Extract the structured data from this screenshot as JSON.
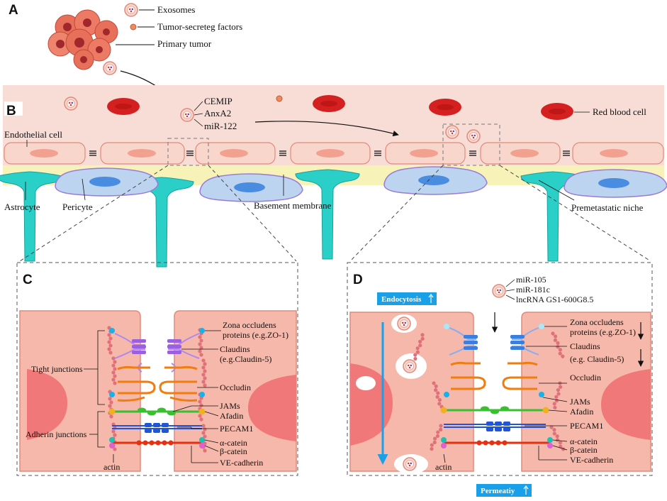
{
  "panels": {
    "a": "A",
    "b": "B",
    "c": "C",
    "d": "D"
  },
  "panel_a": {
    "legend_exosomes": "Exosomes",
    "legend_factors": "Tumor-secreteg factors",
    "legend_tumor": "Primary tumor"
  },
  "panel_b": {
    "exosome_cargo": [
      "CEMIP",
      "AnxA2",
      "miR-122"
    ],
    "endothelial_cell": "Endothelial cell",
    "red_blood_cell": "Red blood cell",
    "astrocyte": "Astrocyte",
    "pericyte": "Pericyte",
    "basement_membrane": "Basement membrane",
    "premetastatic_niche": "Premetastatic niche"
  },
  "panel_c": {
    "tight_junctions": "Tight junctions",
    "adherin_junctions": "Adherin junctions",
    "actin": "actin",
    "labels": [
      "Zona occludens",
      "proteins (e.g.ZO-1)",
      "Claudins",
      "(e.g.Claudin-5)",
      "Occludin",
      "JAMs",
      "Afadin",
      "PECAM1",
      "α-catein",
      "β-catein",
      "VE-cadherin"
    ]
  },
  "panel_d": {
    "endocytosis": "Endocytosis",
    "permeability": "Permeatiy",
    "actin": "actin",
    "exosome_cargo": [
      "miR-105",
      "miR-181c",
      "lncRNA GS1-600G8.5"
    ],
    "labels": [
      "Zona occludens",
      "proteins (e.g.ZO-1)",
      "Claudins",
      "(e.g. Claudin-5)",
      "Occludin",
      "JAMs",
      "Afadin",
      "PECAM1",
      "α-catein",
      "β-catein",
      "VE-cadherin"
    ]
  },
  "colors": {
    "vessel": "#f8ddd6",
    "rbc": "#d42020",
    "astrocyte": "#2ad0c8",
    "pericyte": "#bcd4f0",
    "basement": "#f7f2b8",
    "cell_body": "#f6b8aa",
    "nucleus": "#f07878",
    "claudin_c": "#9b5fe0",
    "claudin_d": "#3a7fe0",
    "occludin": "#f07d10",
    "jam": "#38c030",
    "pecam": "#1f55d8",
    "cadherin": "#e83010",
    "arrow_blue": "#1aa0e8"
  }
}
